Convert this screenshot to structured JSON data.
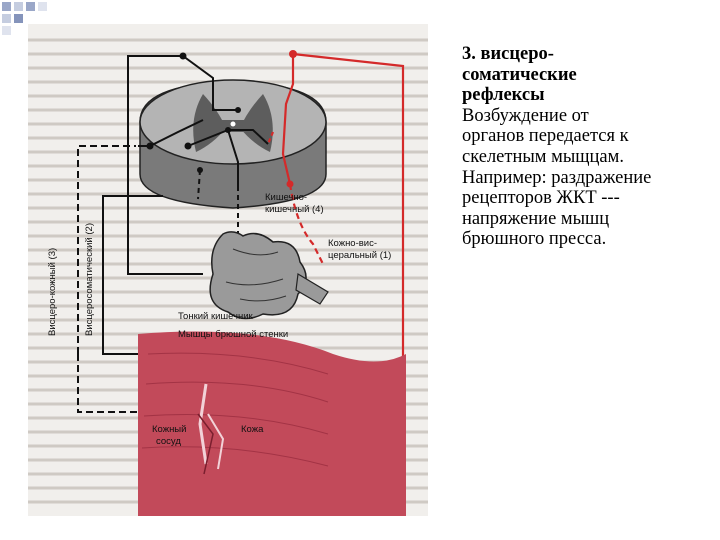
{
  "slide": {
    "heading_lines": [
      "3. висцеро-",
      "соматические",
      "рефлексы"
    ],
    "paragraph1_lines": [
      "Возбуждение от",
      "органов передается к",
      "скелетным мыщцам."
    ],
    "paragraph2_lines": [
      "Например: раздражение",
      "рецепторов ЖКТ ---",
      "напряжение мышц",
      "брюшного пресса."
    ]
  },
  "diagram": {
    "labels": {
      "intestinal": [
        "Кишечно-",
        "кишечный (4)"
      ],
      "cutaneous_visceral": [
        "Кожно-вис-",
        "церальный (1)"
      ],
      "viscero_cutaneous": "Висцеро-кожный (3)",
      "viscero_somatic": "Висцеросоматический (2)",
      "small_intestine": "Тонкий кишечник",
      "abdominal_muscles": "Мышцы брюшной стенки",
      "skin": "Кожа",
      "skin_vessel": [
        "Кожный",
        "сосуд"
      ]
    },
    "colors": {
      "reflex_red": "#d42a2a",
      "muscle_red": "#c24a5a",
      "cord_grey": "#8c8c8c",
      "intestine_grey": "#9a9a9a"
    }
  }
}
